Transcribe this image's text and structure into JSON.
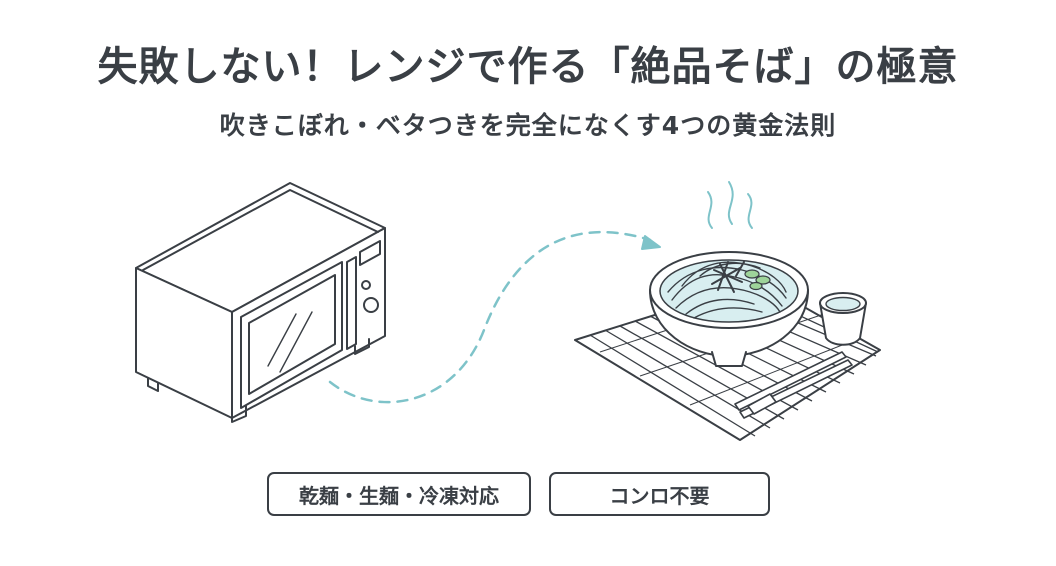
{
  "heading": {
    "title": "失敗しない！レンジで作る「絶品そば」の極意",
    "subtitle": "吹きこぼれ・ベタつきを完全になくす4つの黄金法則"
  },
  "tags": [
    {
      "label": "乾麺・生麺・冷凍対応"
    },
    {
      "label": "コンロ不要"
    }
  ],
  "colors": {
    "ink": "#3a3f45",
    "accent": "#7ec3c9",
    "broth": "#d8eef0",
    "garnish": "#9ed49a"
  }
}
